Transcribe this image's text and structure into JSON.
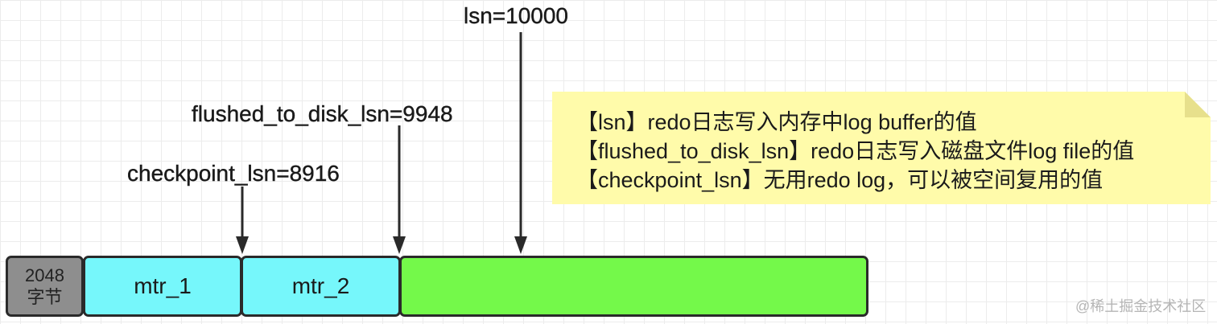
{
  "pointers": {
    "lsn": "lsn=10000",
    "flushed": "flushed_to_disk_lsn=9948",
    "checkpoint": "checkpoint_lsn=8916"
  },
  "segments": {
    "header": "2048\n字节",
    "mtr1": "mtr_1",
    "mtr2": "mtr_2",
    "free": ""
  },
  "note": {
    "lines": [
      "【lsn】redo日志写入内存中log buffer的值",
      "【flushed_to_disk_lsn】redo日志写入磁盘文件log file的值",
      "【checkpoint_lsn】无用redo log，可以被空间复用的值"
    ]
  },
  "watermark": "@稀土掘金技术社区",
  "colors": {
    "header_segment": "#8e8e8e",
    "mtr_segment": "#76f7fb",
    "free_segment": "#74f94a",
    "note_background": "#fffbaa",
    "arrow": "#2a2a2a"
  }
}
